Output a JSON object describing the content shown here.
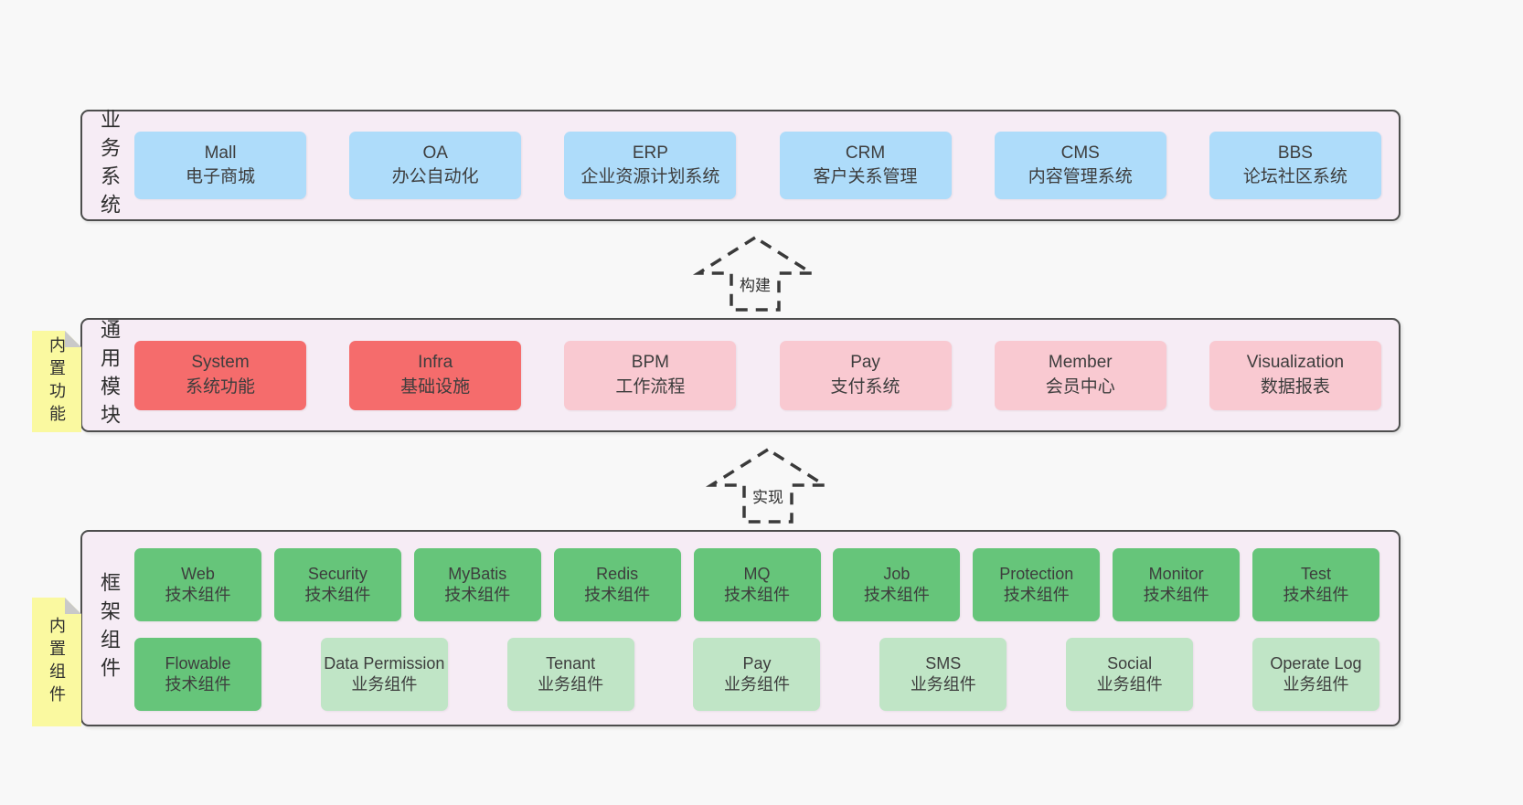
{
  "colors": {
    "page_bg": "#f8f8f8",
    "band_bg": "#f6ecf5",
    "band_border": "#4d4d4d",
    "blue": "#aedcfa",
    "red": "#f56c6c",
    "pink": "#f9c9d1",
    "green_dark": "#66c57a",
    "green_light": "#c0e5c6",
    "sticky_yellow": "#faf9a0",
    "fold_gray": "#c9c9c9",
    "text": "#3d3d3d"
  },
  "arrows": [
    {
      "label": "构建"
    },
    {
      "label": "实现"
    }
  ],
  "business": {
    "label": "业务系统",
    "boxes": [
      {
        "name": "Mall",
        "desc": "电子商城"
      },
      {
        "name": "OA",
        "desc": "办公自动化"
      },
      {
        "name": "ERP",
        "desc": "企业资源计划系统"
      },
      {
        "name": "CRM",
        "desc": "客户关系管理"
      },
      {
        "name": "CMS",
        "desc": "内容管理系统"
      },
      {
        "name": "BBS",
        "desc": "论坛社区系统"
      }
    ]
  },
  "modules": {
    "label": "通用模块",
    "sticky": "内置功能",
    "boxes": [
      {
        "name": "System",
        "desc": "系统功能",
        "variant": "red"
      },
      {
        "name": "Infra",
        "desc": "基础设施",
        "variant": "red"
      },
      {
        "name": "BPM",
        "desc": "工作流程",
        "variant": "pink"
      },
      {
        "name": "Pay",
        "desc": "支付系统",
        "variant": "pink"
      },
      {
        "name": "Member",
        "desc": "会员中心",
        "variant": "pink"
      },
      {
        "name": "Visualization",
        "desc": "数据报表",
        "variant": "pink"
      }
    ]
  },
  "components": {
    "label": "框架组件",
    "sticky": "内置组件",
    "row1": [
      {
        "name": "Web",
        "desc": "技术组件",
        "variant": "green-dark"
      },
      {
        "name": "Security",
        "desc": "技术组件",
        "variant": "green-dark"
      },
      {
        "name": "MyBatis",
        "desc": "技术组件",
        "variant": "green-dark"
      },
      {
        "name": "Redis",
        "desc": "技术组件",
        "variant": "green-dark"
      },
      {
        "name": "MQ",
        "desc": "技术组件",
        "variant": "green-dark"
      },
      {
        "name": "Job",
        "desc": "技术组件",
        "variant": "green-dark"
      },
      {
        "name": "Protection",
        "desc": "技术组件",
        "variant": "green-dark"
      },
      {
        "name": "Monitor",
        "desc": "技术组件",
        "variant": "green-dark"
      }
    ],
    "row2": [
      {
        "name": "Test",
        "desc": "技术组件",
        "variant": "green-dark"
      },
      {
        "name": "Flowable",
        "desc": "技术组件",
        "variant": "green-dark"
      },
      {
        "name": "Data Permission",
        "desc": "业务组件",
        "variant": "green-light"
      },
      {
        "name": "Tenant",
        "desc": "业务组件",
        "variant": "green-light"
      },
      {
        "name": "Pay",
        "desc": "业务组件",
        "variant": "green-light"
      },
      {
        "name": "SMS",
        "desc": "业务组件",
        "variant": "green-light"
      },
      {
        "name": "Social",
        "desc": "业务组件",
        "variant": "green-light"
      },
      {
        "name": "Operate Log",
        "desc": "业务组件",
        "variant": "green-light"
      }
    ]
  }
}
